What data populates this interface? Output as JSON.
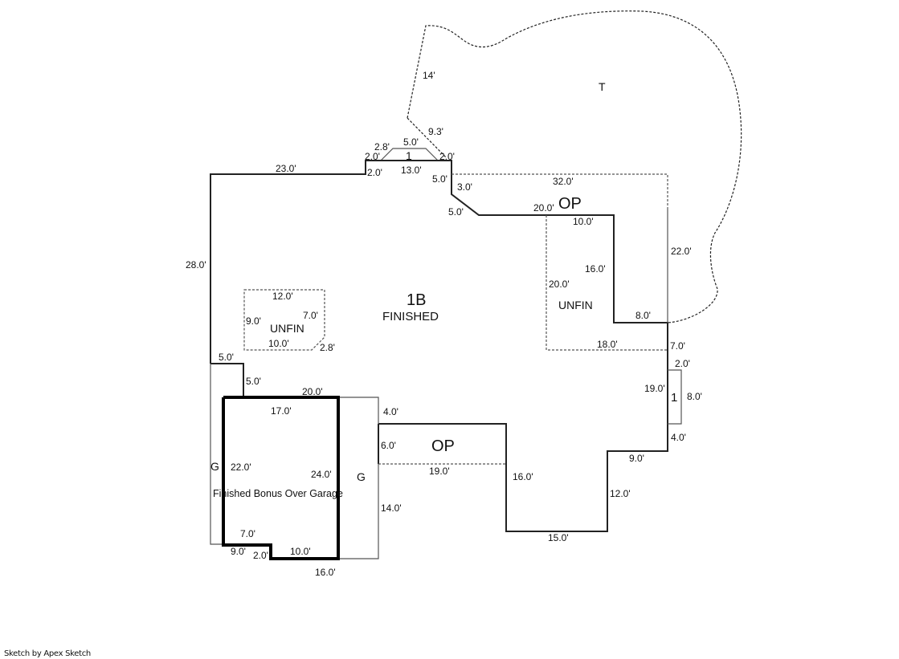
{
  "footer": {
    "credit": "Sketch by Apex Sketch"
  },
  "areas": {
    "main": {
      "code": "1B",
      "label": "FINISHED"
    },
    "terrace": {
      "code": "T"
    },
    "porch_top": {
      "code": "OP"
    },
    "porch_bottom": {
      "code": "OP"
    },
    "unfin_right": {
      "label": "UNFIN"
    },
    "unfin_left": {
      "label": "UNFIN"
    },
    "bay_top": {
      "code": "1"
    },
    "bay_right": {
      "code": "1"
    },
    "garage_left": {
      "code": "G"
    },
    "garage_right": {
      "code": "G"
    },
    "bonus": {
      "label": "Finished Bonus Over Garage"
    }
  },
  "dimensions": {
    "terrace_14": "14'",
    "terrace_9_3": "9.3'",
    "bay_2_8": "2.8'",
    "bay_5_0": "5.0'",
    "bay_2_0_left": "2.0'",
    "bay_2_0_right": "2.0'",
    "bay_13_0": "13.0'",
    "top_23_0": "23.0'",
    "top_2_0": "2.0'",
    "step_5_0": "5.0'",
    "step_3_0": "3.0'",
    "diag_5_0": "5.0'",
    "op_32_0": "32.0'",
    "op_20_0": "20.0'",
    "op_10_0": "10.0'",
    "op_22_0": "22.0'",
    "unfin_r_16_0": "16.0'",
    "unfin_r_20_0": "20.0'",
    "unfin_r_8_0": "8.0'",
    "unfin_r_18_0": "18.0'",
    "right_7_0": "7.0'",
    "bay_r_2_0": "2.0'",
    "bay_r_19_0": "19.0'",
    "bay_r_8_0": "8.0'",
    "right_4_0": "4.0'",
    "right_9_0": "9.0'",
    "right_12_0": "12.0'",
    "bottom_15_0": "15.0'",
    "right_16_0": "16.0'",
    "left_28_0": "28.0'",
    "unfin_l_12_0": "12.0'",
    "unfin_l_7_0": "7.0'",
    "unfin_l_9_0": "9.0'",
    "unfin_l_10_0": "10.0'",
    "unfin_l_2_8": "2.8'",
    "left_5_0_h": "5.0'",
    "left_5_0_v": "5.0'",
    "gar_20_0": "20.0'",
    "bonus_17_0": "17.0'",
    "op_b_4_0": "4.0'",
    "op_b_6_0": "6.0'",
    "op_b_19_0": "19.0'",
    "bonus_22_0": "22.0'",
    "bonus_24_0": "24.0'",
    "gar_14_0": "14.0'",
    "bonus_7_0": "7.0'",
    "bonus_9_0": "9.0'",
    "bonus_2_0": "2.0'",
    "bonus_10_0": "10.0'",
    "gar_16_0": "16.0'"
  }
}
